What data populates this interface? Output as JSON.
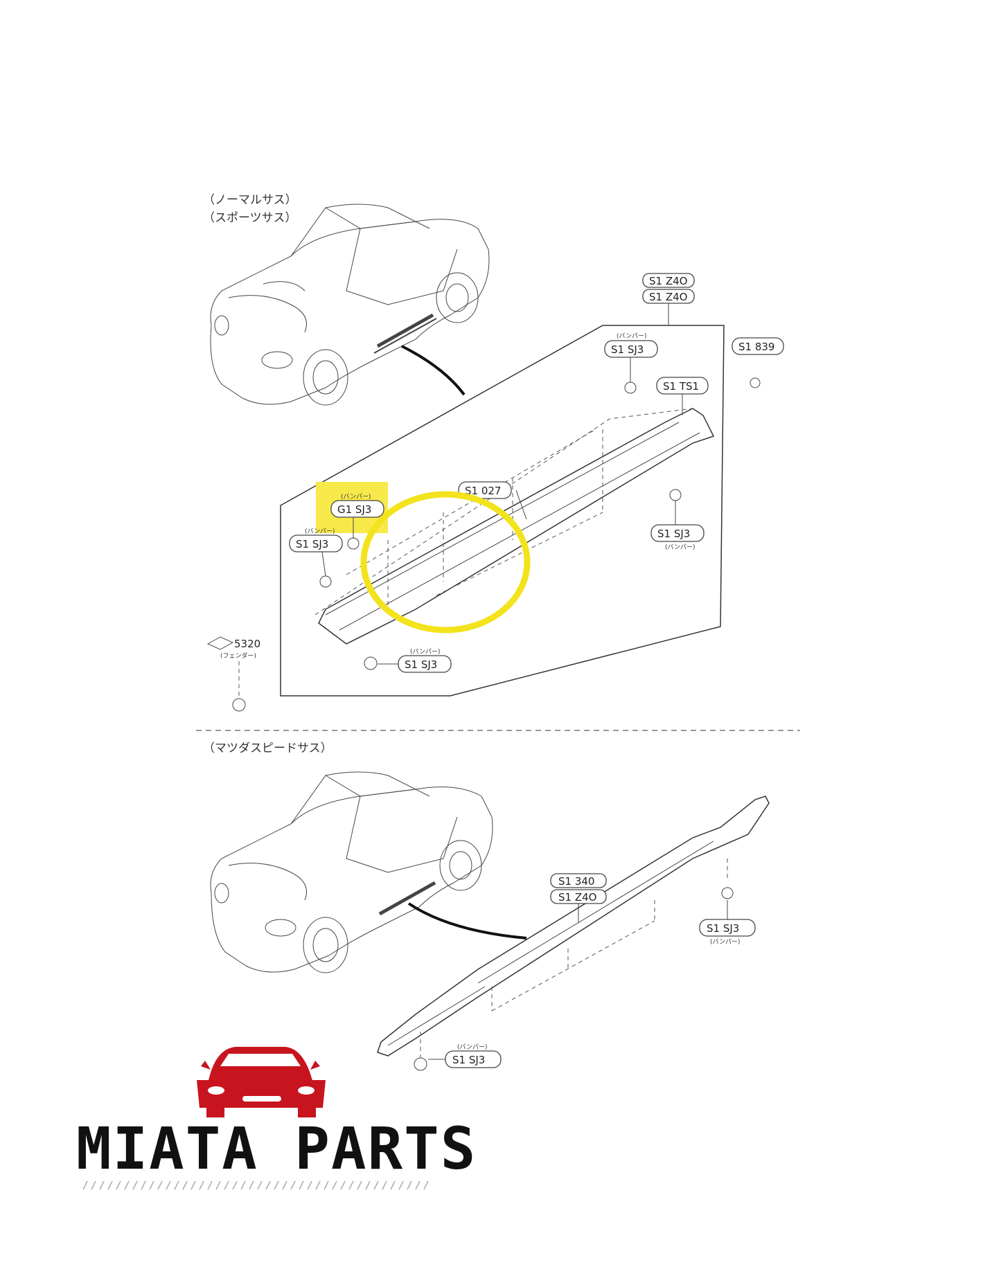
{
  "colors": {
    "highlight": "#f7e94a",
    "circle": "#f2e31c",
    "brand_red": "#c8141e",
    "line": "#333333"
  },
  "captions": {
    "top_line1": "（ノーマルサス）",
    "top_line2": "（スポーツサス）",
    "bottom": "（マツダスピードサス）"
  },
  "callouts": {
    "top_part_no_a": "S1 Z4O",
    "top_part_no_b": "S1 Z4O",
    "clip_top": "S1 SJ3",
    "clip_top_note": "(バンパー)",
    "rear_screw": "S1 839",
    "molding_upper": "S1 TS1",
    "highlighted_clip": "G1 SJ3",
    "highlighted_clip_note": "(バンパー)",
    "side_sill": "S1 027",
    "left_clip": "S1 SJ3",
    "left_clip_note": "(バンパー)",
    "right_clip": "S1 SJ3",
    "right_clip_note": "(バンパー)",
    "bottom_clip": "S1 SJ3",
    "bottom_clip_note": "(バンパー)",
    "front_ref": "5320",
    "front_ref_note": "(フェンダー)",
    "ms_part_a": "S1 340",
    "ms_part_b": "S1 Z4O",
    "ms_clip_right": "S1 SJ3",
    "ms_clip_right_note": "(バンパー)",
    "ms_clip_bottom": "S1 SJ3",
    "ms_clip_bottom_note": "(バンパー)"
  },
  "brand": {
    "name": "MIATA PARTS",
    "icon": "car-front-icon"
  }
}
